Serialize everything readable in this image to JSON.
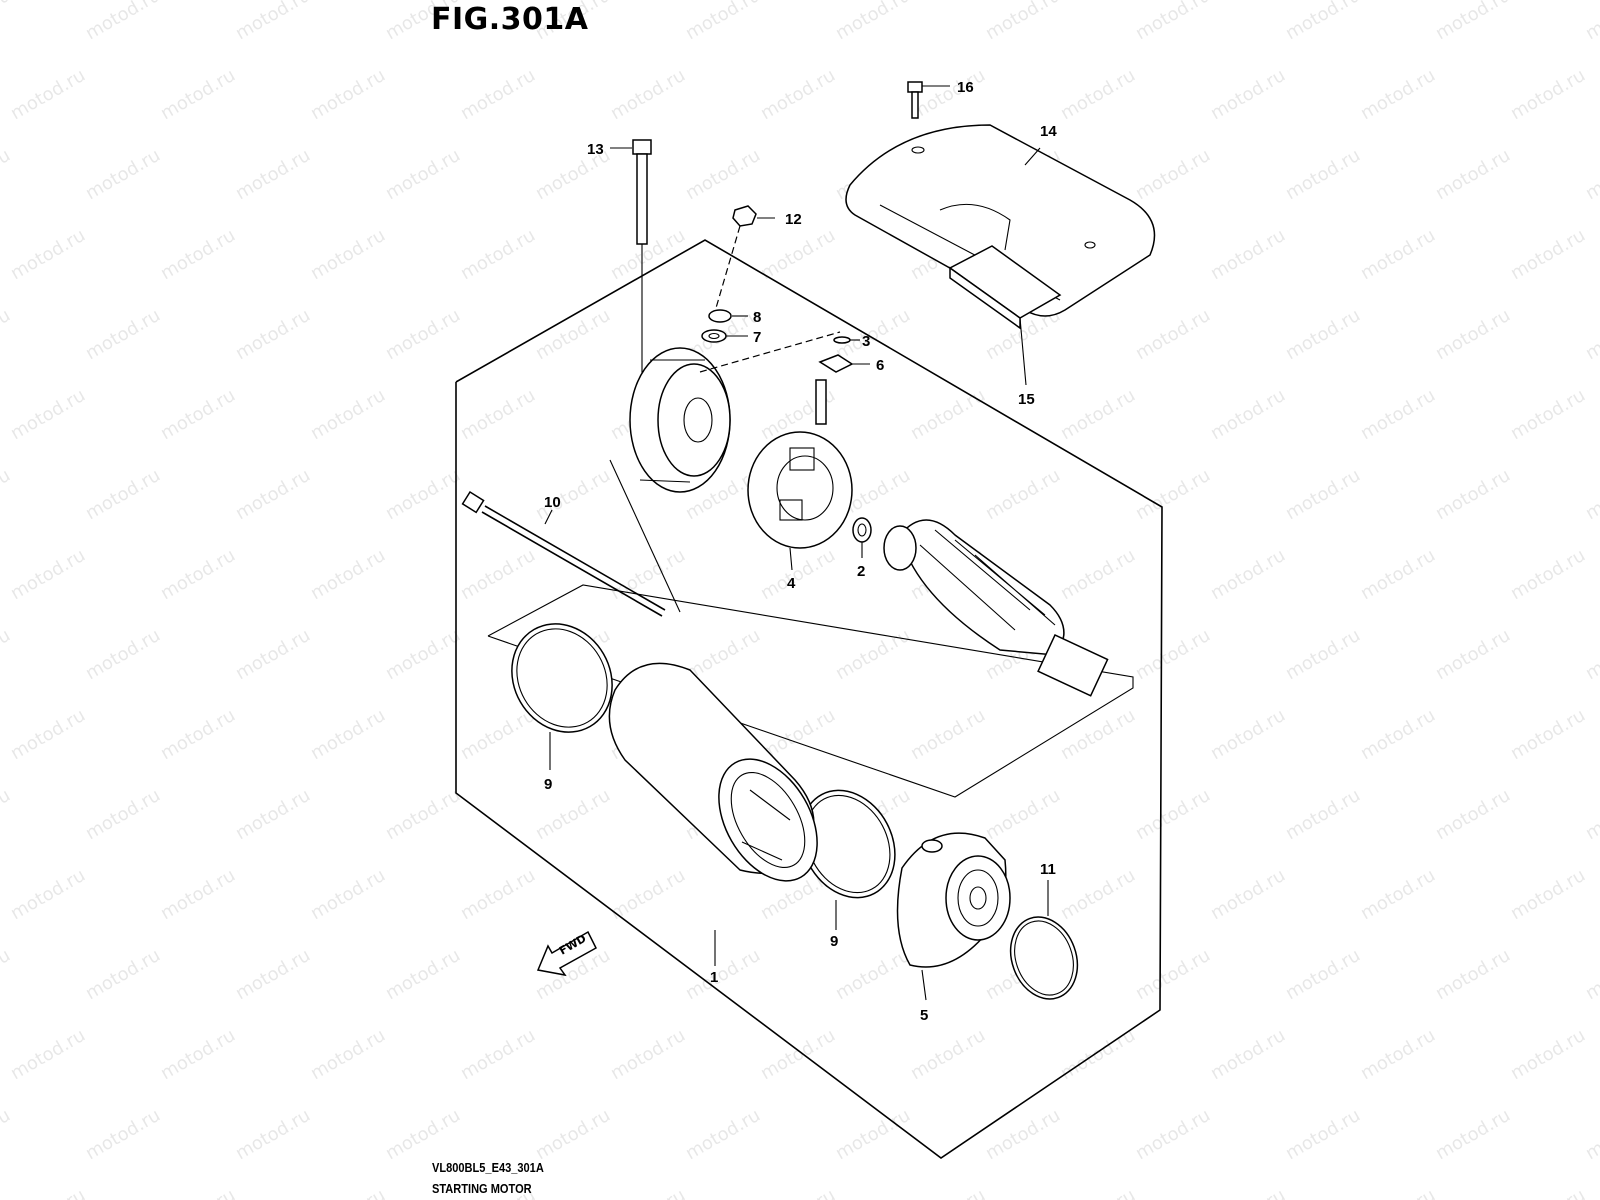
{
  "figure": {
    "title": "FIG.301A",
    "code": "VL800BL5_E43_301A",
    "name": "STARTING MOTOR"
  },
  "watermark": {
    "text": "motod.ru"
  },
  "fwd_label": "FWD",
  "callouts": [
    "16",
    "14",
    "13",
    "12",
    "8",
    "7",
    "3",
    "6",
    "15",
    "10",
    "4",
    "2",
    "9",
    "9",
    "11",
    "1",
    "5"
  ]
}
